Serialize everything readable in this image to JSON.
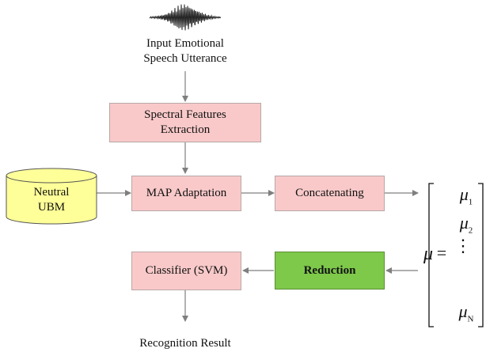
{
  "input": {
    "label_line1": "Input Emotional",
    "label_line2": "Speech Utterance"
  },
  "boxes": {
    "spectral_line1": "Spectral Features",
    "spectral_line2": "Extraction",
    "map": "MAP Adaptation",
    "concat": "Concatenating",
    "classifier": "Classifier (SVM)",
    "reduction": "Reduction"
  },
  "database": {
    "line1": "Neutral",
    "line2": "UBM"
  },
  "output": {
    "label": "Recognition Result"
  },
  "supervector": {
    "symbol": "μ",
    "equals": "=",
    "entries": [
      {
        "base": "μ",
        "sub": "1"
      },
      {
        "base": "μ",
        "sub": "2"
      },
      {
        "base": "⋮",
        "sub": ""
      },
      {
        "base": "μ",
        "sub": "N"
      }
    ]
  },
  "colors": {
    "process_fill": "#f9c9c9",
    "reduction_fill": "#7ec84a",
    "database_fill": "#ffff99",
    "arrow": "#7f7f7f"
  }
}
